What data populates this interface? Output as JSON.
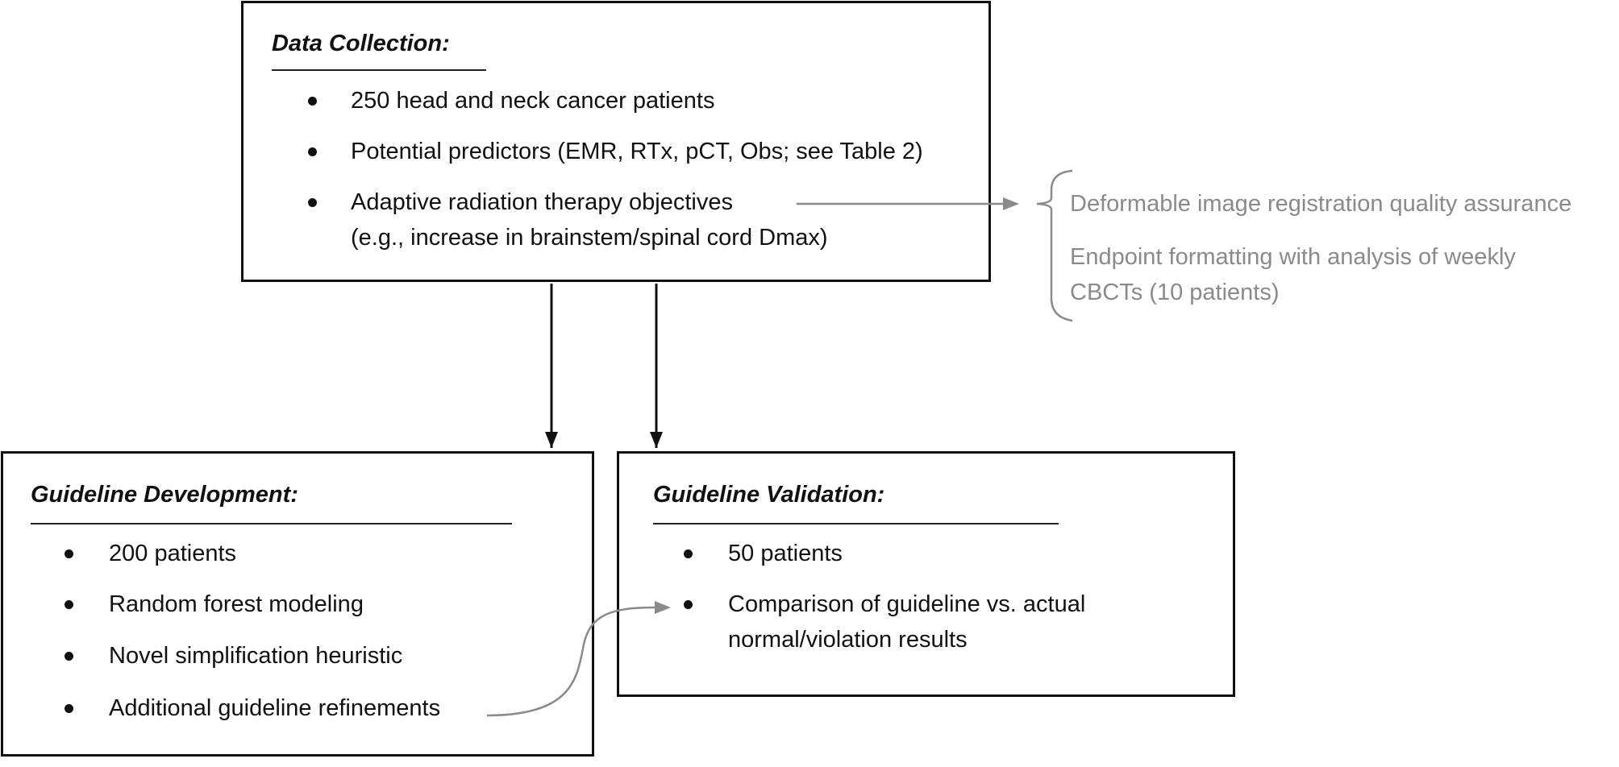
{
  "data_collection": {
    "title": "Data Collection:",
    "items": [
      "250 head and neck cancer patients",
      "Potential predictors (EMR, RTx, pCT, Obs; see Table 2)",
      "Adaptive radiation therapy objectives",
      "(e.g., increase in brainstem/spinal cord Dmax)"
    ]
  },
  "side_notes": {
    "items": [
      "Deformable image registration quality assurance",
      "Endpoint formatting with analysis of weekly",
      "CBCTs (10 patients)"
    ]
  },
  "guideline_development": {
    "title": "Guideline  Development:",
    "items": [
      "200 patients",
      "Random forest modeling",
      "Novel simplification heuristic",
      "Additional guideline refinements"
    ]
  },
  "guideline_validation": {
    "title": "Guideline Validation:",
    "items": [
      "50 patients",
      "Comparison of guideline vs. actual",
      "normal/violation results"
    ]
  },
  "colors": {
    "main_stroke": "#111111",
    "secondary_stroke": "#8a8a8a"
  }
}
